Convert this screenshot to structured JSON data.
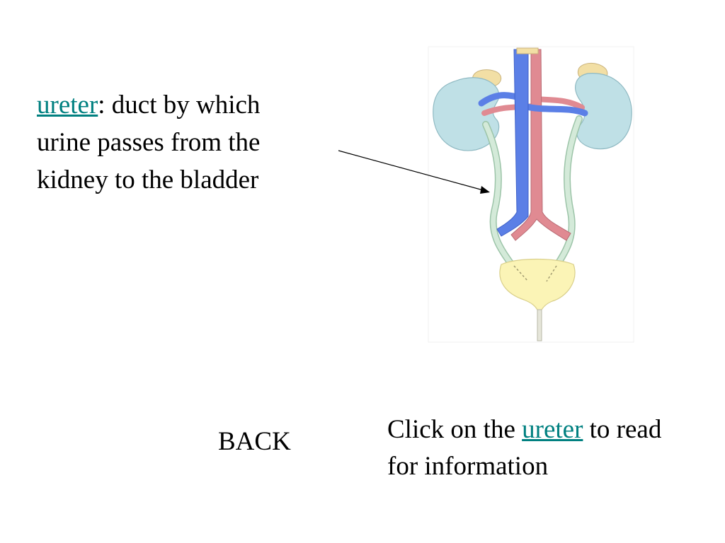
{
  "definition": {
    "term": "ureter",
    "text": ": duct by which urine passes from the kidney to the bladder"
  },
  "back": {
    "label": "BACK"
  },
  "instruction": {
    "before": "Click on the ",
    "link": "ureter",
    "after": " to read for information"
  },
  "colors": {
    "link": "#008080",
    "kidney": "#bfe0e6",
    "adrenal": "#f2dfa5",
    "vein": "#5b7fe6",
    "artery": "#e08a92",
    "ureter": "#d4ead9",
    "bladder": "#fbf4b6"
  }
}
